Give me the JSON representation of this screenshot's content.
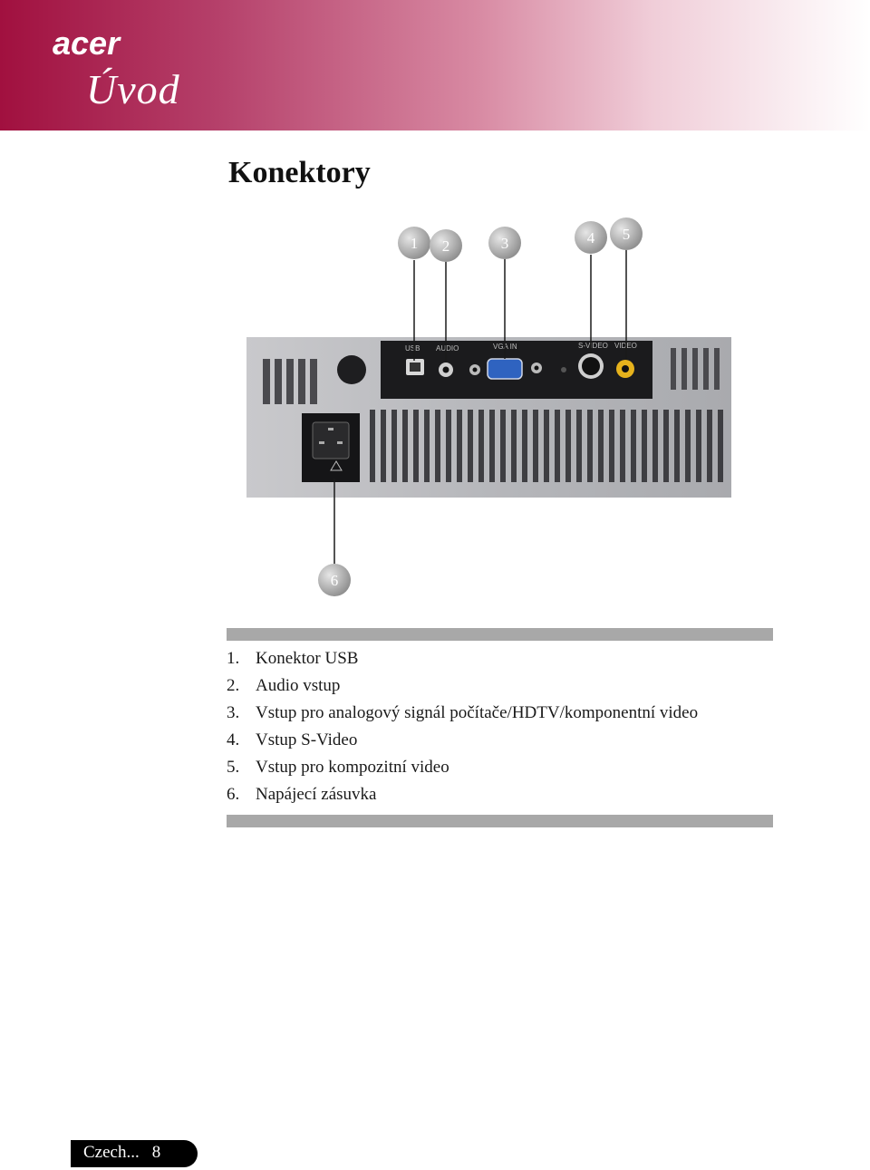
{
  "header": {
    "brand": "acer",
    "section_title": "Úvod"
  },
  "page": {
    "heading": "Konektory"
  },
  "figure": {
    "callouts": [
      "1",
      "2",
      "3",
      "4",
      "5",
      "6"
    ],
    "port_labels": [
      "USB",
      "AUDIO",
      "VGA IN",
      "S-VIDEO",
      "VIDEO"
    ]
  },
  "list": {
    "items": [
      {
        "num": "1.",
        "text": "Konektor USB"
      },
      {
        "num": "2.",
        "text": "Audio vstup"
      },
      {
        "num": "3.",
        "text": "Vstup pro analogový signál počítače/HDTV/komponentní video"
      },
      {
        "num": "4.",
        "text": "Vstup S-Video"
      },
      {
        "num": "5.",
        "text": "Vstup pro kompozitní video"
      },
      {
        "num": "6.",
        "text": "Napájecí zásuvka"
      }
    ]
  },
  "footer": {
    "language": "Czech...",
    "page_number": "8"
  }
}
